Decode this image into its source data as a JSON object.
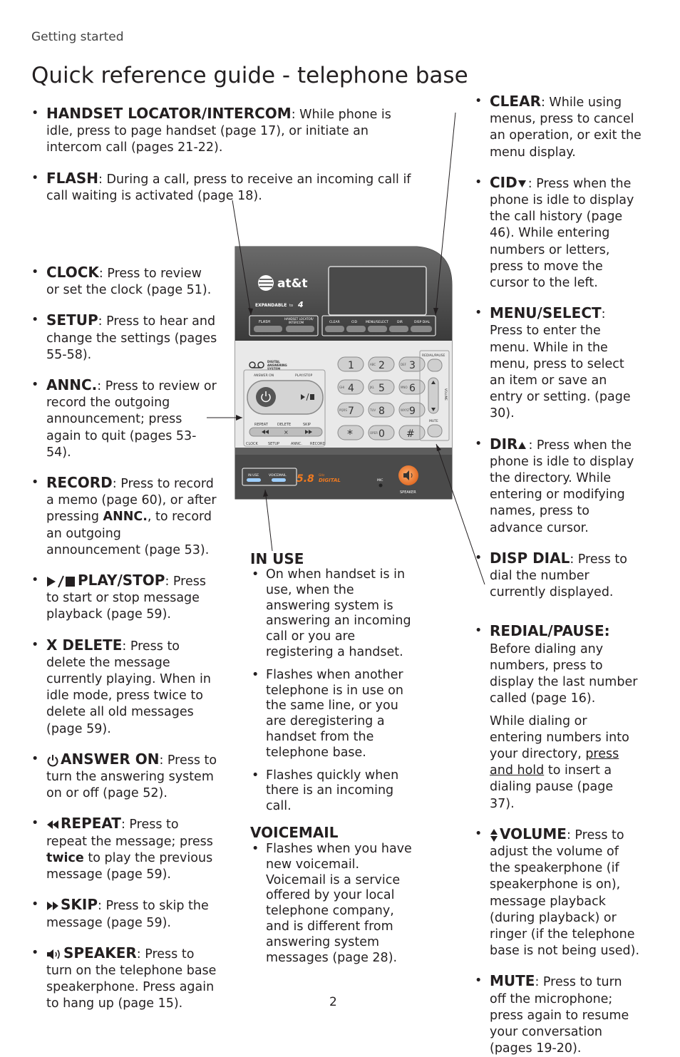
{
  "header": {
    "section": "Getting started",
    "title": "Quick reference guide - telephone base"
  },
  "left_top": [
    {
      "term": "HANDSET LOCATOR/INTERCOM",
      "desc": ": While phone is idle, press to page handset (page 17), or initiate an intercom call (pages 21-22)."
    },
    {
      "term": "FLASH",
      "desc": ": During a call, press to receive an incoming call if call waiting is activated (page 18)."
    }
  ],
  "left": [
    {
      "term": "CLOCK",
      "desc": ": Press to review or set the clock (page 51)."
    },
    {
      "term": "SETUP",
      "desc": ": Press to hear and change the settings (pages 55-58)."
    },
    {
      "term": "ANNC.",
      "desc": ": Press to review or record the outgoing announcement; press again to quit (pages 53-54)."
    },
    {
      "term": "RECORD",
      "desc_a": ": Press to record a memo (page 60), or after pressing ",
      "bold": "ANNC.",
      "desc_b": ", to record an outgoing announcement (page 53)."
    },
    {
      "term": "PLAY/STOP",
      "desc": ": Press to start or stop message playback (page 59)."
    },
    {
      "term": "X DELETE",
      "desc": ": Press to delete the message currently playing. When in idle mode, press twice to delete all old messages (page 59)."
    },
    {
      "term": "ANSWER ON",
      "desc": ": Press to turn the answering system on or off (page 52)."
    },
    {
      "term": "REPEAT",
      "desc_a": ": Press to repeat the message; press ",
      "bold": "twice",
      "desc_b": " to play the previous message (page 59)."
    },
    {
      "term": "SKIP",
      "desc": ": Press to skip the message (page 59)."
    },
    {
      "term": "SPEAKER",
      "desc": ": Press to turn on the telephone base speakerphone. Press again to hang up (page 15)."
    }
  ],
  "right": [
    {
      "term": "CLEAR",
      "desc": ": While using menus, press to cancel an operation, or exit the menu display."
    },
    {
      "term": "CID",
      "desc": ": Press when the phone is idle to display the call history (page 46). While entering numbers or letters, press to move the cursor to the left."
    },
    {
      "term": "MENU/SELECT",
      "desc": ": Press to enter the menu. While in the menu, press to select an item or save an entry or setting. (page 30)."
    },
    {
      "term": "DIR",
      "desc": ": Press when the phone is idle to display the directory. While entering or modifying names, press to advance cursor."
    },
    {
      "term": "DISP DIAL",
      "desc": ": Press to dial the number currently displayed."
    },
    {
      "term": "REDIAL/PAUSE:",
      "desc": " Before dialing any numbers, press to display the last number called (page 16).",
      "extra_a": "While dialing or entering numbers into your directory, ",
      "extra_u": "press and hold",
      "extra_b": " to insert a dialing pause (page 37)."
    },
    {
      "term": "VOLUME",
      "desc": ": Press to adjust the volume of the speakerphone (if speakerphone is on), message playback (during playback) or ringer (if the telephone base is not being used)."
    },
    {
      "term": "MUTE",
      "desc": ":  Press to turn off the microphone; press again to resume your conversation (pages 19-20)."
    }
  ],
  "in_use": {
    "heading": "IN USE",
    "items": [
      "On when handset is in use, when the answering system is answering an incoming call or you are registering a handset.",
      "Flashes when another telephone is in use on the same line, or you are deregistering a handset from the telephone base.",
      "Flashes quickly when there is an incoming call."
    ]
  },
  "voicemail": {
    "heading": "VOICEMAIL",
    "items": [
      "Flashes when you have new voicemail. Voicemail is a service offered by your local telephone company, and is different from answering system messages (page 28)."
    ]
  },
  "device": {
    "brand": "at&t",
    "expandable": "EXPANDABLE",
    "to": "to",
    "four": "4",
    "key_flash": "FLASH",
    "key_intercom_1": "HANDSET LOCATOR/",
    "key_intercom_2": "INTERCOM",
    "menu_keys": [
      "CLEAR",
      "CID",
      "MENU/SELECT",
      "DIR",
      "DISP DIAL"
    ],
    "das_1": "DIGITAL",
    "das_2": "ANSWERING",
    "das_3": "SYSTEM",
    "answer_on": "ANSWER ON",
    "play_stop": "PLAY/STOP",
    "tam_labels": [
      "REPEAT",
      "DELETE",
      "SKIP"
    ],
    "bottom_labels": [
      "CLOCK",
      "SETUP",
      "ANNC.",
      "RECORD"
    ],
    "digits": [
      "1",
      "2",
      "3",
      "4",
      "5",
      "6",
      "7",
      "8",
      "9",
      "*",
      "0",
      "#"
    ],
    "letters": [
      "",
      "ABC",
      "DEF",
      "GHI",
      "JKL",
      "MNO",
      "PQRS",
      "TUV",
      "WXYZ",
      "",
      "OPER",
      ""
    ],
    "redial_pause": "REDIAL/PAUSE",
    "volume": "VOLUME",
    "mute": "MUTE",
    "in_use": "IN USE",
    "voicemail": "VOICEMAIL",
    "five_eight": "5.8",
    "ghz": "GHz",
    "digital": "DIGITAL",
    "mic": "MIC",
    "speaker": "SPEAKER"
  },
  "page_number": "2"
}
